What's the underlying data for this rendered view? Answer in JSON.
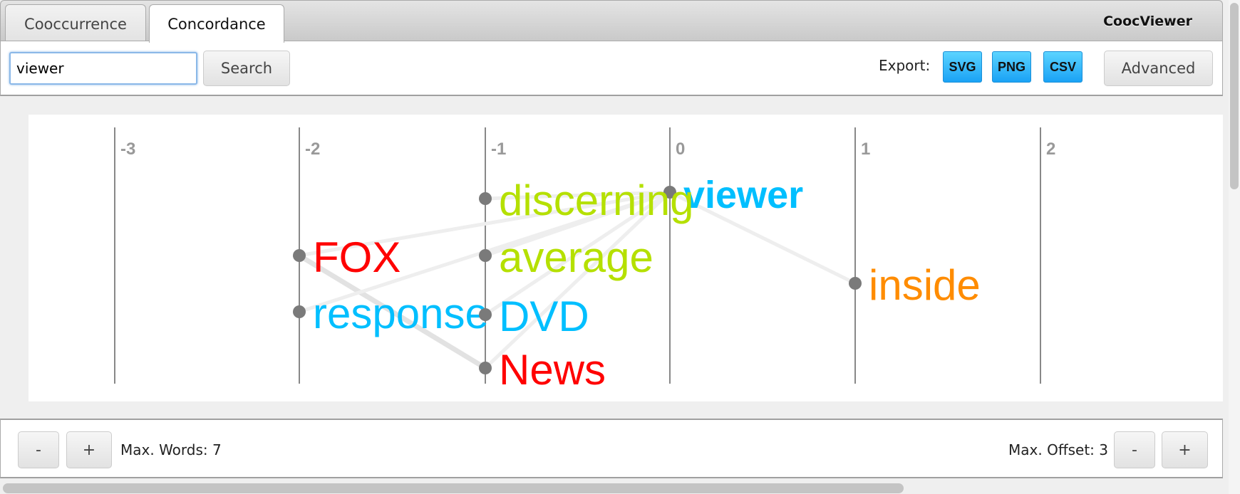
{
  "app_title": "CoocViewer",
  "tabs": [
    {
      "label": "Cooccurrence",
      "active": false
    },
    {
      "label": "Concordance",
      "active": true
    }
  ],
  "toolbar": {
    "search_value": "viewer",
    "search_label": "Search",
    "export_label": "Export:",
    "export_buttons": [
      "SVG",
      "PNG",
      "CSV"
    ],
    "advanced_label": "Advanced"
  },
  "footer": {
    "minus": "-",
    "plus": "+",
    "max_words": "Max. Words: 7",
    "max_offset": "Max. Offset: 3"
  },
  "chart_data": {
    "type": "concordance-graph",
    "offsets": [
      "-3",
      "-2",
      "-1",
      "0",
      "1",
      "2"
    ],
    "words": [
      {
        "word": "viewer",
        "offset": 0,
        "color": "#00bfff",
        "bold": true
      },
      {
        "word": "discerning",
        "offset": -1,
        "color": "#b5e000"
      },
      {
        "word": "FOX",
        "offset": -2,
        "color": "#ff0000"
      },
      {
        "word": "average",
        "offset": -1,
        "color": "#b5e000"
      },
      {
        "word": "response",
        "offset": -2,
        "color": "#00bfff"
      },
      {
        "word": "DVD",
        "offset": -1,
        "color": "#00bfff"
      },
      {
        "word": "News",
        "offset": -1,
        "color": "#ff0000"
      },
      {
        "word": "inside",
        "offset": 1,
        "color": "#ff8c00"
      }
    ],
    "links": [
      [
        "FOX",
        "News"
      ],
      [
        "FOX",
        "viewer"
      ],
      [
        "response",
        "viewer"
      ],
      [
        "discerning",
        "viewer"
      ],
      [
        "average",
        "viewer"
      ],
      [
        "DVD",
        "viewer"
      ],
      [
        "News",
        "viewer"
      ],
      [
        "viewer",
        "inside"
      ]
    ]
  }
}
